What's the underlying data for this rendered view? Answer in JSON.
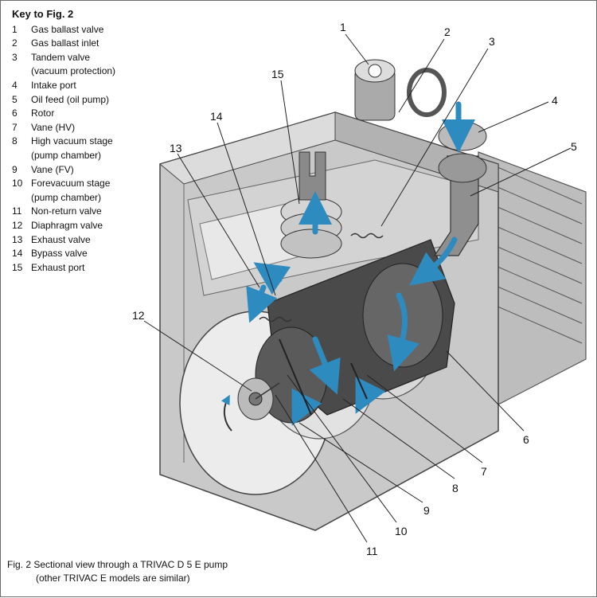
{
  "key": {
    "title": "Key to Fig. 2",
    "items": [
      {
        "num": "1",
        "lines": [
          "Gas ballast valve"
        ]
      },
      {
        "num": "2",
        "lines": [
          "Gas ballast inlet"
        ]
      },
      {
        "num": "3",
        "lines": [
          "Tandem valve",
          "(vacuum protection)"
        ]
      },
      {
        "num": "4",
        "lines": [
          "Intake port"
        ]
      },
      {
        "num": "5",
        "lines": [
          "Oil feed (oil pump)"
        ]
      },
      {
        "num": "6",
        "lines": [
          "Rotor"
        ]
      },
      {
        "num": "7",
        "lines": [
          "Vane (HV)"
        ]
      },
      {
        "num": "8",
        "lines": [
          "High vacuum stage",
          "(pump chamber)"
        ]
      },
      {
        "num": "9",
        "lines": [
          "Vane (FV)"
        ]
      },
      {
        "num": "10",
        "lines": [
          "Forevacuum stage",
          "(pump chamber)"
        ]
      },
      {
        "num": "11",
        "lines": [
          "Non-return valve"
        ]
      },
      {
        "num": "12",
        "lines": [
          "Diaphragm valve"
        ]
      },
      {
        "num": "13",
        "lines": [
          "Exhaust valve"
        ]
      },
      {
        "num": "14",
        "lines": [
          "Bypass valve"
        ]
      },
      {
        "num": "15",
        "lines": [
          "Exhaust port"
        ]
      }
    ]
  },
  "caption": {
    "line1": "Fig. 2  Sectional view through a TRIVAC D 5 E pump",
    "line2": "(other TRIVAC E models are similar)"
  },
  "callouts": [
    "1",
    "2",
    "3",
    "4",
    "5",
    "6",
    "7",
    "8",
    "9",
    "10",
    "11",
    "12",
    "13",
    "14",
    "15"
  ],
  "colors": {
    "housing": "#c9c9c9",
    "housing_dark": "#8e8e8e",
    "chamber": "#e9e9e9",
    "rotor": "#4a4a4a",
    "flow_arrow": "#2e8bc0"
  }
}
